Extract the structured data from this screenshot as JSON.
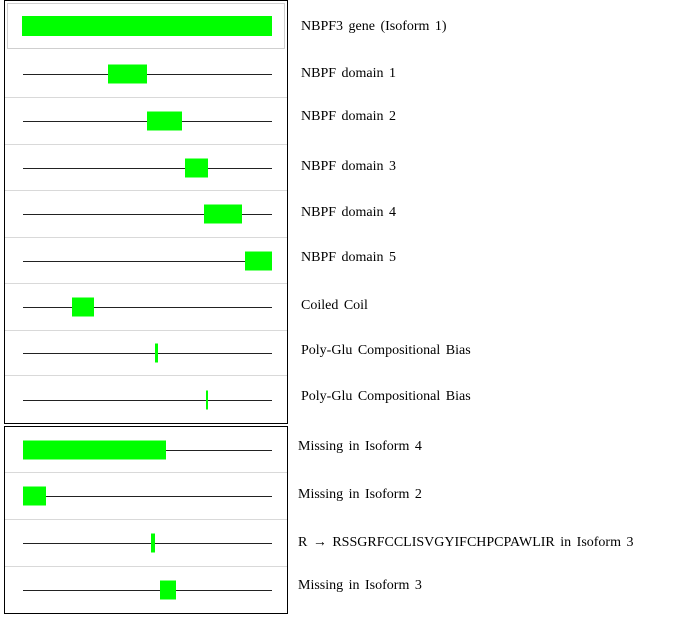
{
  "gene_label": "NBPF3  gene (Isoform 1)",
  "feature_color": "#00ff00",
  "features": [
    {
      "label": "NBPF  domain 1",
      "start": 0.343,
      "end": 0.496
    },
    {
      "label": "NBPF  domain 2",
      "start": 0.496,
      "end": 0.637
    },
    {
      "label": "NBPF  domain 3",
      "start": 0.649,
      "end": 0.741
    },
    {
      "label": "NBPF  domain 4",
      "start": 0.725,
      "end": 0.878
    },
    {
      "label": "NBPF  domain 5",
      "start": 0.89,
      "end": 1.0
    },
    {
      "label": "Coiled Coil",
      "start": 0.197,
      "end": 0.286
    },
    {
      "label": "Poly-Glu  Compositional  Bias",
      "start": 0.532,
      "end": 0.544
    },
    {
      "label": "Poly-Glu  Compositional  Bias",
      "start": 0.735,
      "end": 0.743
    }
  ],
  "isoform_features": [
    {
      "label": "Missing  in Isoform 4",
      "start": 0.0,
      "end": 0.576
    },
    {
      "label": "Missing  in Isoform 2",
      "start": 0.0,
      "end": 0.092
    },
    {
      "label": "R → RSSGRFCCLISVGYIFCHPCPAWLIR  in Isoform 3",
      "start": 0.514,
      "end": 0.53
    },
    {
      "label": "Missing  in Isoform 3",
      "start": 0.55,
      "end": 0.616
    }
  ]
}
